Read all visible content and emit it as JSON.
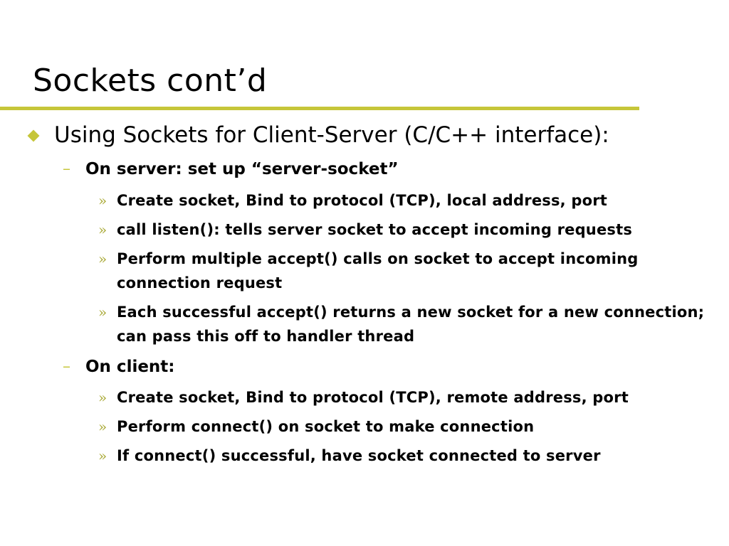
{
  "slide": {
    "title": "Sockets cont’d",
    "accent_color": "#c6c639",
    "bullet": {
      "text": "Using Sockets for Client-Server (C/C++ interface):"
    },
    "server": {
      "dash": "–",
      "heading": "On server: set up “server-socket”",
      "items": [
        {
          "marker": "»",
          "text": "Create socket, Bind to protocol (TCP), local address, port"
        },
        {
          "marker": "»",
          "text": "call listen(): tells server socket to accept incoming requests"
        },
        {
          "marker": "»",
          "text": "Perform multiple accept() calls on socket to accept incoming connection request"
        },
        {
          "marker": "»",
          "text": "Each successful accept() returns a new socket for a new connection; can pass this off to handler thread"
        }
      ]
    },
    "client": {
      "dash": "–",
      "heading": "On client:",
      "items": [
        {
          "marker": "»",
          "text": "Create socket, Bind to protocol (TCP), remote address, port"
        },
        {
          "marker": "»",
          "text": "Perform connect() on socket to make connection"
        },
        {
          "marker": "»",
          "text": "If connect() successful, have socket connected to server"
        }
      ]
    }
  }
}
